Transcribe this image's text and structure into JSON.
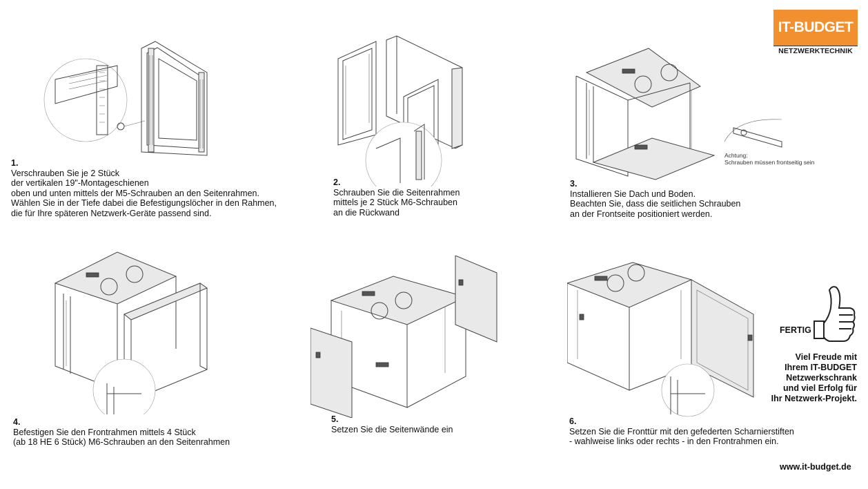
{
  "logo": {
    "name": "IT-BUDGET",
    "subtitle": "NETZWERKTECHNIK",
    "brand_color": "#f2902f"
  },
  "steps": [
    {
      "number": "1.",
      "lines": [
        "Verschrauben Sie je 2 Stück",
        "der vertikalen 19\"-Montageschienen",
        "oben und unten mittels der M5-Schrauben an den Seitenrahmen.",
        "Wählen Sie in der Tiefe dabei die Befestigungslöcher in den Rahmen,",
        "die für Ihre späteren Netzwerk-Geräte passend sind."
      ]
    },
    {
      "number": "2.",
      "lines": [
        "Schrauben Sie die Seitenrahmen",
        "mittels je 2 Stück M6-Schrauben",
        "an die Rückwand"
      ]
    },
    {
      "number": "3.",
      "lines": [
        "Installieren Sie Dach und Boden.",
        "Beachten Sie, dass die seitlichen Schrauben",
        "an der Frontseite positioniert werden."
      ]
    },
    {
      "number": "4.",
      "lines": [
        "Befestigen Sie den Frontrahmen mittels 4 Stück",
        "(ab 18 HE 6 Stück) M6-Schrauben an den Seitenrahmen"
      ]
    },
    {
      "number": "5.",
      "lines": [
        "Setzen Sie die Seitenwände ein"
      ]
    },
    {
      "number": "6.",
      "lines": [
        "Setzen Sie die Fronttür mit den gefederten Scharnierstiften",
        "- wahlweise links oder rechts - in den Frontrahmen ein."
      ]
    }
  ],
  "note": {
    "lines": [
      "Achtung:",
      "Schrauben müssen frontseitig sein"
    ]
  },
  "finish": {
    "label": "FERTIG",
    "lines": [
      "Viel Freude mit",
      "Ihrem IT-BUDGET",
      "Netzwerkschrank",
      "und viel Erfolg für",
      "Ihr Netzwerk-Projekt."
    ]
  },
  "website": "www.it-budget.de"
}
